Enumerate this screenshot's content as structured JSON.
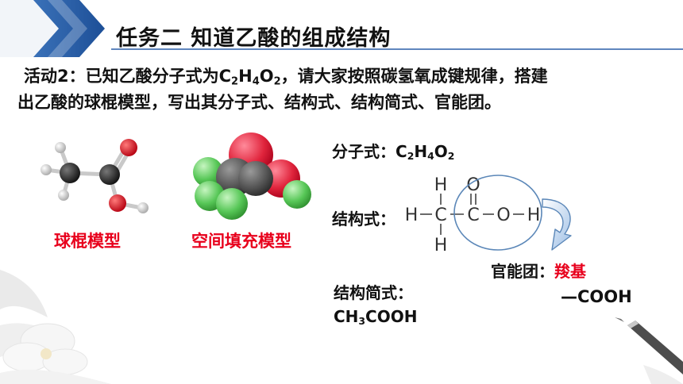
{
  "header": {
    "title": "任务二 知道乙酸的组成结构"
  },
  "activity": {
    "prefix": "活动2",
    "sep": "：",
    "line1_text": "已知乙酸分子式为",
    "formula_main": [
      "C",
      "H",
      "O"
    ],
    "formula_subs": [
      "2",
      "4",
      "2"
    ],
    "line1_tail": "，请大家按照碳氢氧成键规律，搭建",
    "line2": "出乙酸的球棍模型，写出其分子式、结构式、结构简式、官能团。"
  },
  "models": {
    "ball_stick_caption": "球棍模型",
    "space_fill_caption": "空间填充模型"
  },
  "molecular_formula": {
    "label": "分子式：",
    "main": [
      "C",
      "H",
      "O"
    ],
    "subs": [
      "2",
      "4",
      "2"
    ]
  },
  "structural_formula": {
    "label": "结构式：",
    "atoms": {
      "h_left": "H",
      "c1": "C",
      "c2": "C",
      "o_single": "O",
      "h_right": "H",
      "h_top": "H",
      "h_bottom": "H",
      "o_double": "O"
    }
  },
  "functional_group": {
    "label": "官能团：",
    "name": "羧基",
    "formula": "—COOH"
  },
  "condensed_formula": {
    "label": "结构简式：",
    "parts": [
      "CH",
      "3",
      "COOH"
    ]
  },
  "colors": {
    "accent_red": "#e8001c",
    "header_blue": "#2b5fa8",
    "circle_blue": "#5b87b8"
  }
}
